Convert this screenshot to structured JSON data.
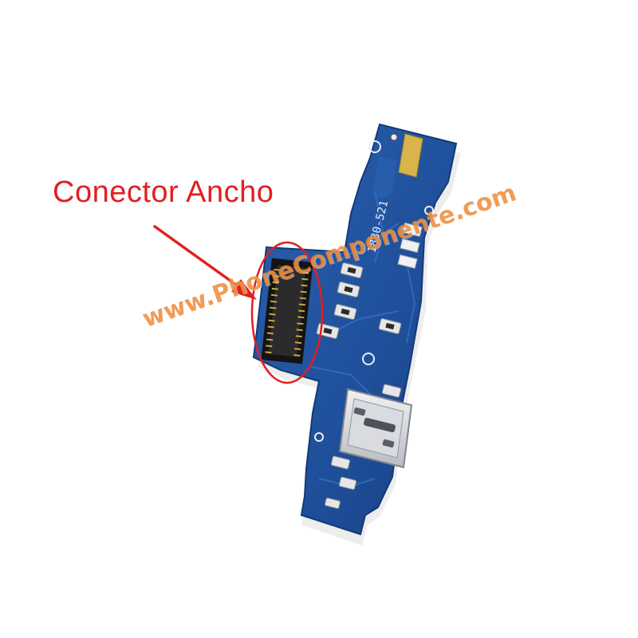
{
  "image": {
    "callout_label": "Conector Ancho",
    "board_marking": "1830-521",
    "watermark": "www.PhoneComponente.com",
    "colors": {
      "board": "#1f4f9a",
      "board_dark": "#163c78",
      "gold_pad": "#d8b44a",
      "callout": "#e02020",
      "watermark": "#ec8028"
    },
    "parts": [
      "charging-board",
      "fpc-wide-connector",
      "micro-usb-port",
      "callout-arrow",
      "callout-ellipse"
    ]
  }
}
